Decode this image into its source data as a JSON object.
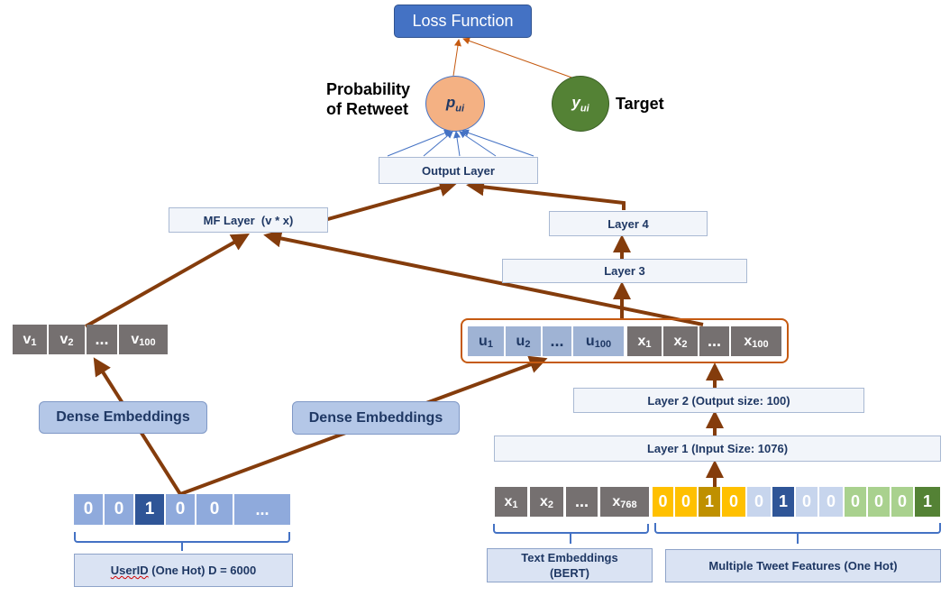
{
  "loss_function": "Loss Function",
  "probability": {
    "label_line1": "Probability",
    "label_line2": "of Retweet",
    "symbol": "p",
    "subscript": "ui"
  },
  "target": {
    "label": "Target",
    "symbol": "y",
    "subscript": "ui"
  },
  "output_layer": "Output Layer",
  "mf_layer": "MF Layer  (v * x)",
  "layer4": "Layer 4",
  "layer3": "Layer 3",
  "layer2": "Layer 2 (Output size: 100)",
  "layer1": "Layer 1 (Input Size: 1076)",
  "dense_embeddings_left": "Dense Embeddings",
  "dense_embeddings_right": "Dense Embeddings",
  "user_vector": [
    {
      "sym": "v",
      "sub": "1"
    },
    {
      "sym": "v",
      "sub": "2"
    },
    {
      "sym": "...",
      "sub": ""
    },
    {
      "sym": "v",
      "sub": "100"
    }
  ],
  "concat_u": [
    {
      "sym": "u",
      "sub": "1"
    },
    {
      "sym": "u",
      "sub": "2"
    },
    {
      "sym": "...",
      "sub": ""
    },
    {
      "sym": "u",
      "sub": "100"
    }
  ],
  "concat_x": [
    {
      "sym": "x",
      "sub": "1"
    },
    {
      "sym": "x",
      "sub": "2"
    },
    {
      "sym": "...",
      "sub": ""
    },
    {
      "sym": "x",
      "sub": "100"
    }
  ],
  "userid_onehot": [
    "0",
    "0",
    "1",
    "0",
    "0",
    "..."
  ],
  "text_embedding_cells": [
    {
      "sym": "x",
      "sub": "1"
    },
    {
      "sym": "x",
      "sub": "2"
    },
    {
      "sym": "...",
      "sub": ""
    },
    {
      "sym": "x",
      "sub": "768"
    }
  ],
  "tweet_feature_cells": [
    "0",
    "0",
    "1",
    "0",
    "0",
    "1",
    "0",
    "0",
    "0",
    "0",
    "0",
    "1"
  ],
  "userid_label_word": "UserID",
  "userid_label_rest": " (One Hot) D = 6000",
  "text_embeddings_label_line1": "Text Embeddings",
  "text_embeddings_label_line2": "(BERT)",
  "tweet_features_label": "Multiple Tweet Features (One Hot)",
  "colors": {
    "arrow_brown": "#843c0c",
    "thin_orange": "#c55a11",
    "thin_blue": "#4472c4",
    "prob_circle": "#f4b183",
    "target_circle": "#548235"
  }
}
